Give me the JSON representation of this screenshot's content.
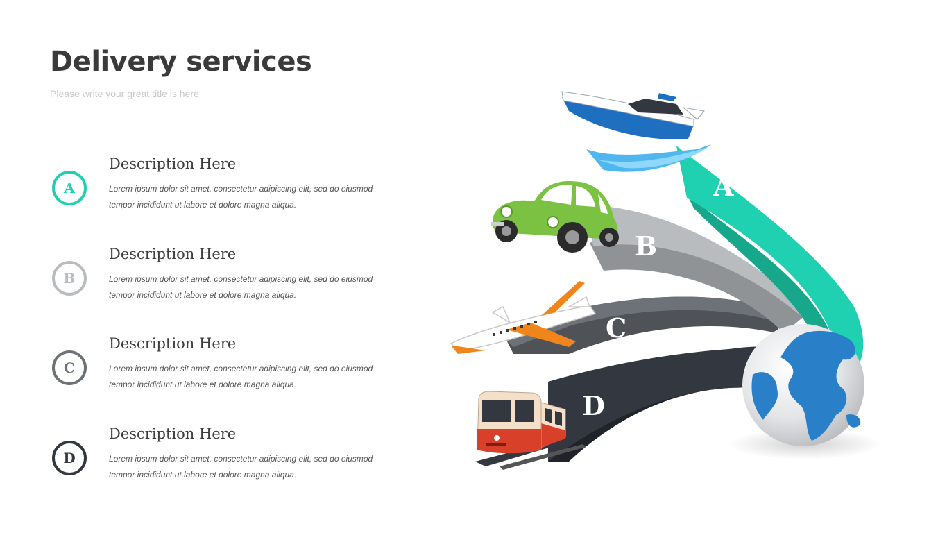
{
  "header": {
    "title": "Delivery services",
    "subtitle": "Please write your great title is here"
  },
  "colors": {
    "a": "#1fd1b0",
    "a_dark": "#17a88c",
    "b": "#b8bcbf",
    "b_dark": "#8f9396",
    "c": "#6d7278",
    "c_dark": "#4f5358",
    "d": "#333840",
    "d_dark": "#20242a",
    "globe_ocean": "#e6e7e9",
    "globe_land": "#2a7fc9"
  },
  "items": [
    {
      "letter": "A",
      "title": "Description Here",
      "text": "Lorem ipsum dolor sit amet, consectetur  adipiscing elit, sed do eiusmod tempor incididunt ut labore et dolore magna aliqua.",
      "vehicle": "boat-icon"
    },
    {
      "letter": "B",
      "title": "Description Here",
      "text": "Lorem ipsum dolor sit amet, consectetur  adipiscing elit, sed do eiusmod tempor incididunt ut labore et dolore magna aliqua.",
      "vehicle": "car-icon"
    },
    {
      "letter": "C",
      "title": "Description Here",
      "text": "Lorem ipsum dolor sit amet, consectetur  adipiscing elit, sed do eiusmod tempor incididunt ut labore et dolore magna aliqua.",
      "vehicle": "airplane-icon"
    },
    {
      "letter": "D",
      "title": "Description Here",
      "text": "Lorem ipsum dolor sit amet, consectetur  adipiscing elit, sed do eiusmod tempor incididunt ut labore et dolore magna aliqua.",
      "vehicle": "tram-icon"
    }
  ],
  "diagram": {
    "labels": [
      "A",
      "B",
      "C",
      "D"
    ],
    "center": "globe-icon"
  }
}
